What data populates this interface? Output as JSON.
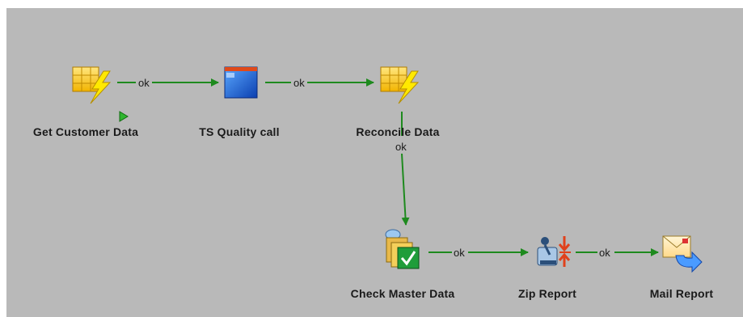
{
  "workflow": {
    "nodes": [
      {
        "id": "get-customer-data",
        "label": "Get Customer Data",
        "icon": "spreadsheet-lightning-icon"
      },
      {
        "id": "ts-quality-call",
        "label": "TS Quality call",
        "icon": "window-app-icon"
      },
      {
        "id": "reconcile-data",
        "label": "Reconcile Data",
        "icon": "spreadsheet-lightning-icon"
      },
      {
        "id": "check-master-data",
        "label": "Check Master Data",
        "icon": "database-check-icon"
      },
      {
        "id": "zip-report",
        "label": "Zip Report",
        "icon": "zip-compress-icon"
      },
      {
        "id": "mail-report",
        "label": "Mail Report",
        "icon": "mail-forward-icon"
      }
    ],
    "edges": [
      {
        "from": "get-customer-data",
        "to": "ts-quality-call",
        "label": "ok"
      },
      {
        "from": "ts-quality-call",
        "to": "reconcile-data",
        "label": "ok"
      },
      {
        "from": "reconcile-data",
        "to": "check-master-data",
        "label": "ok"
      },
      {
        "from": "check-master-data",
        "to": "zip-report",
        "label": "ok"
      },
      {
        "from": "zip-report",
        "to": "mail-report",
        "label": "ok"
      }
    ]
  },
  "colors": {
    "canvas": "#b9b9b9",
    "edge": "#1e8a1e",
    "start_marker": "#2fb52f"
  }
}
